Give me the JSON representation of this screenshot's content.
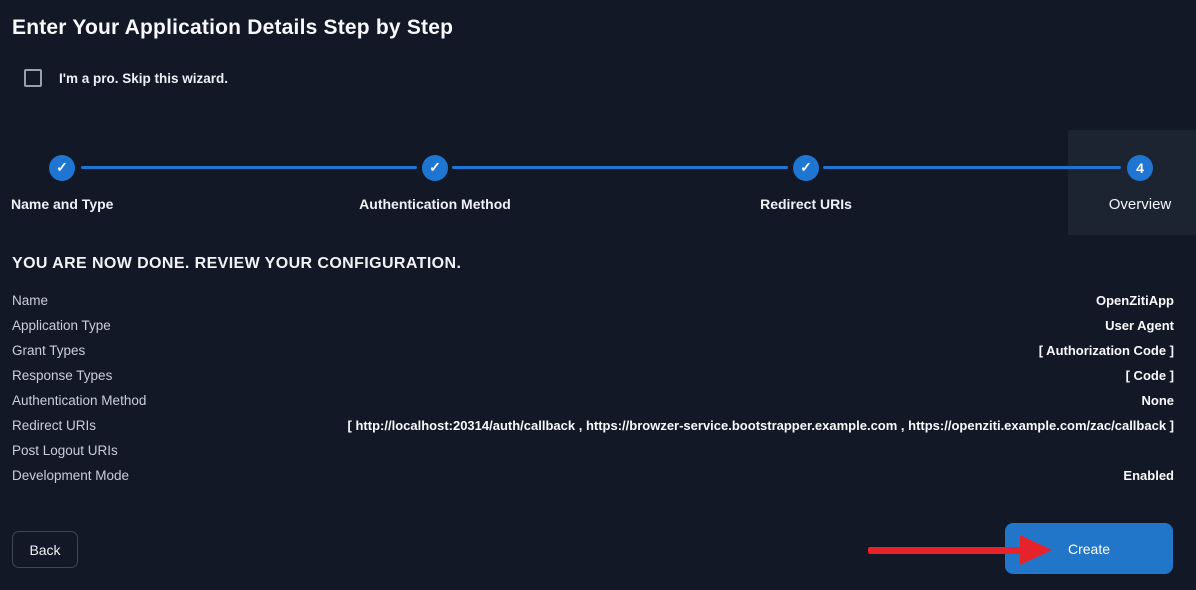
{
  "title": "Enter Your Application Details Step by Step",
  "skip_wizard": {
    "label": "I'm a pro. Skip this wizard.",
    "checked": false
  },
  "stepper": {
    "steps": [
      {
        "label": "Name and Type",
        "marker": "✓",
        "state": "done"
      },
      {
        "label": "Authentication Method",
        "marker": "✓",
        "state": "done"
      },
      {
        "label": "Redirect URIs",
        "marker": "✓",
        "state": "done"
      },
      {
        "label": "Overview",
        "marker": "4",
        "state": "current"
      }
    ]
  },
  "review": {
    "heading": "YOU ARE NOW DONE. REVIEW YOUR CONFIGURATION.",
    "rows": [
      {
        "label": "Name",
        "value": "OpenZitiApp"
      },
      {
        "label": "Application Type",
        "value": "User Agent"
      },
      {
        "label": "Grant Types",
        "value": "[ Authorization Code ]"
      },
      {
        "label": "Response Types",
        "value": "[ Code ]"
      },
      {
        "label": "Authentication Method",
        "value": "None"
      },
      {
        "label": "Redirect URIs",
        "value": "[ http://localhost:20314/auth/callback , https://browzer-service.bootstrapper.example.com , https://openziti.example.com/zac/callback ]"
      },
      {
        "label": "Post Logout URIs",
        "value": ""
      },
      {
        "label": "Development Mode",
        "value": "Enabled"
      }
    ]
  },
  "actions": {
    "back_label": "Back",
    "create_label": "Create"
  },
  "colors": {
    "background": "#121826",
    "accent_blue": "#1e76d2",
    "button_blue": "#2176c9",
    "arrow_red": "#e6232b",
    "step_highlight": "#1c2331"
  }
}
